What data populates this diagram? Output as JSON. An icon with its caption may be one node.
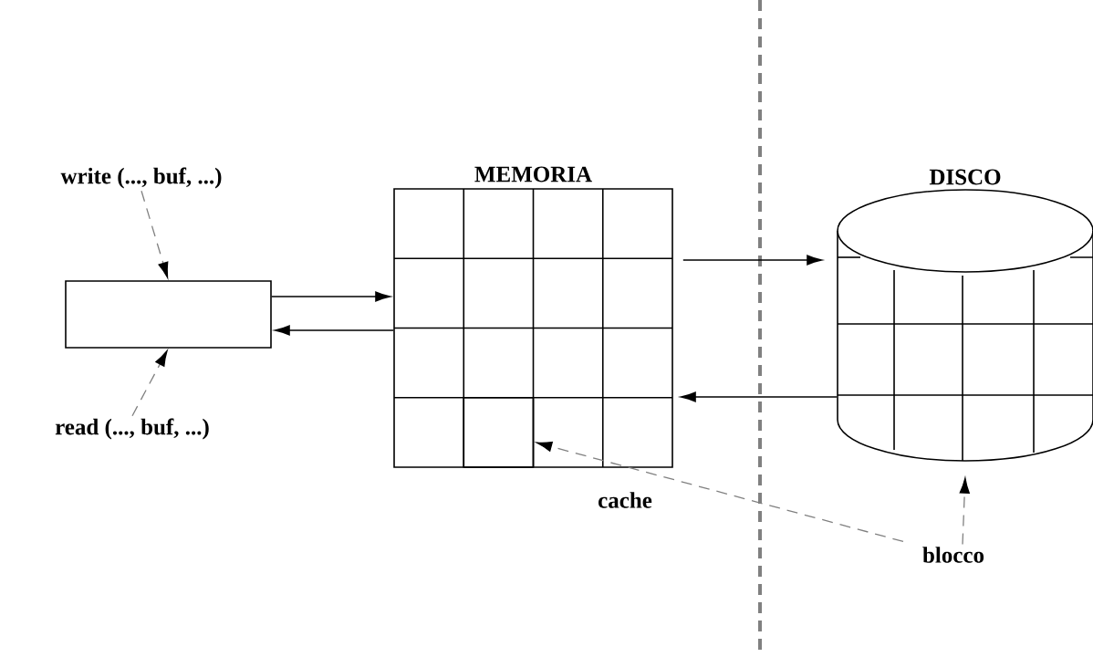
{
  "diagram": {
    "nodes": [
      {
        "text": [
          "write (..., buf, ...)"
        ]
      },
      {
        "text": [],
        "shape": "box"
      },
      {
        "text": [
          "read (..., buf, ...)"
        ]
      },
      {
        "text": [
          "MEMORIA"
        ]
      },
      {
        "text": [
          "DISCO"
        ]
      },
      {
        "text": [
          "blocco"
        ]
      },
      {
        "text": [],
        "shape": "box",
        "in": 3
      }
    ],
    "edges": [
      {
        "from": 0,
        "to": 1,
        "arrow": "to",
        "style": "dashed",
        "color": "#808080"
      },
      {
        "from": 2,
        "to": 1,
        "arrow": "to",
        "style": "dashed",
        "color": "#808080"
      },
      {
        "from": 1,
        "to": 3,
        "arrow": "to",
        "color": "#000000"
      },
      {
        "from": 3,
        "to": 1,
        "arrow": "to",
        "color": "#000000"
      },
      {
        "from": 3,
        "to": 4,
        "arrow": "to",
        "color": "#000000"
      },
      {
        "from": 4,
        "to": 3,
        "arrow": "to",
        "color": "#000000"
      },
      {
        "from": 5,
        "to": 6,
        "arrow": "to",
        "style": "dashed",
        "color": "#808080",
        "label": "cache"
      },
      {
        "from": 5,
        "to": 4,
        "arrow": "to",
        "style": "dashed",
        "color": "#808080"
      }
    ]
  }
}
